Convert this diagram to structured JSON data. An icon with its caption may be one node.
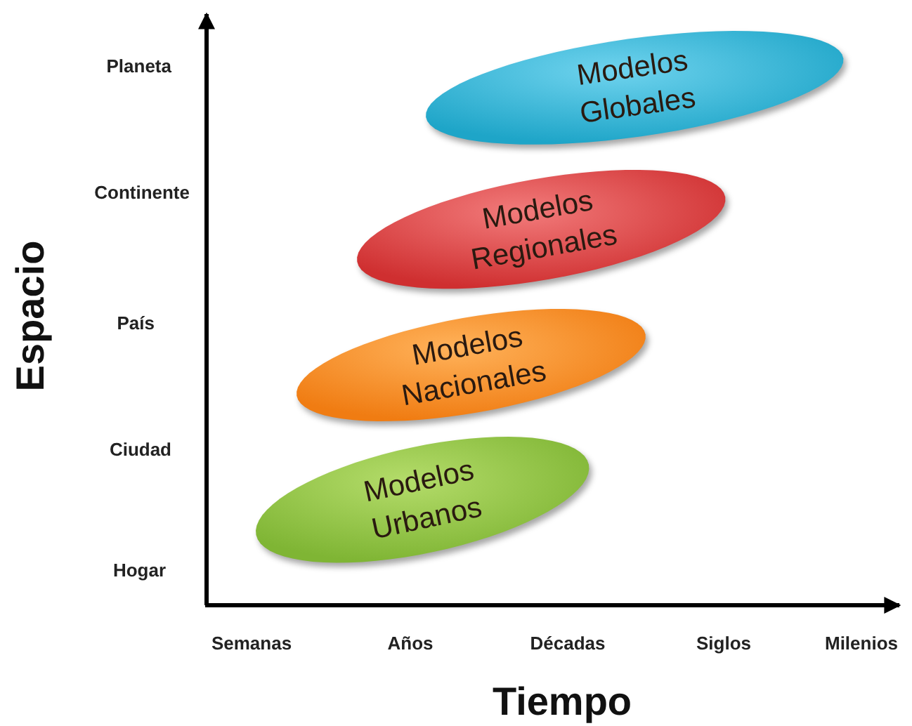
{
  "diagram": {
    "nodes": [
      {
        "text": [
          "Modelos Globales"
        ]
      },
      {
        "text": [
          "Modelos Regionales"
        ]
      },
      {
        "text": [
          "Modelos Nacionales"
        ]
      },
      {
        "text": [
          "Modelos Urbanos"
        ]
      }
    ],
    "edges": [],
    "labels": [
      "Planeta",
      "Continente",
      "País",
      "Ciudad",
      "Hogar",
      "Espacio",
      "Semanas",
      "Años",
      "Décadas",
      "Siglos",
      "Milenios",
      "Tiempo"
    ]
  }
}
